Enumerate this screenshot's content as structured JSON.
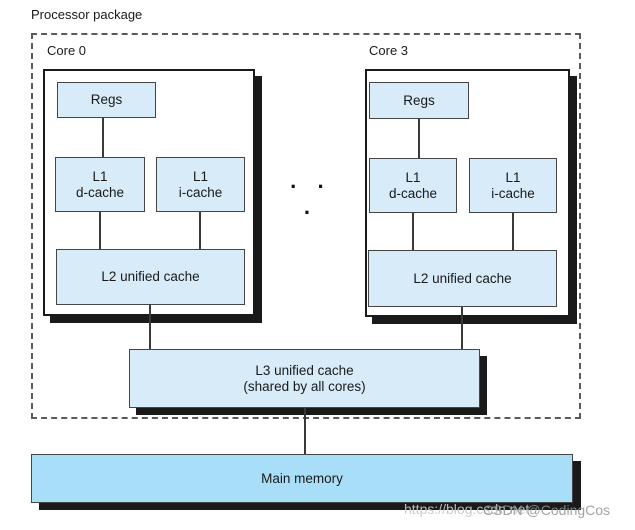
{
  "page": {
    "title": "Processor package"
  },
  "cores": [
    {
      "label": "Core 0",
      "regs": "Regs",
      "l1d_line1": "L1",
      "l1d_line2": "d-cache",
      "l1i_line1": "L1",
      "l1i_line2": "i-cache",
      "l2": "L2 unified cache"
    },
    {
      "label": "Core 3",
      "regs": "Regs",
      "l1d_line1": "L1",
      "l1d_line2": "d-cache",
      "l1i_line1": "L1",
      "l1i_line2": "i-cache",
      "l2": "L2 unified cache"
    }
  ],
  "ellipsis": "· · ·",
  "l3_cache": {
    "line1": "L3 unified cache",
    "line2": "(shared by all cores)"
  },
  "main_memory": "Main memory",
  "watermark": {
    "url_text": "https://blog.csdn.net",
    "handle_text": "CSDN @CodingCos"
  },
  "colors": {
    "cache_fill": "#d7ebf8",
    "memory_fill": "#a9def8",
    "box_border": "#454545",
    "core_border": "#1a1a1a",
    "shadow": "#1a1a1a",
    "dashed_border": "#5a5a5a",
    "text": "#1a1a1a",
    "line": "#3a3a3a"
  }
}
